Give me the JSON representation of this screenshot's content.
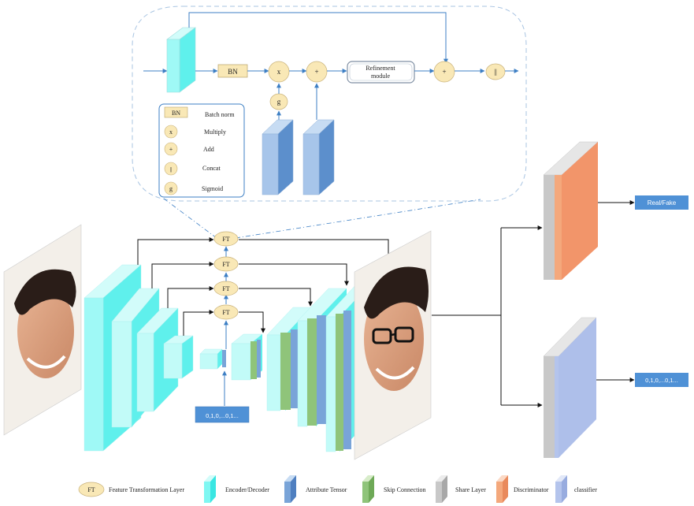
{
  "legend_box": {
    "items": [
      {
        "symbol": "BN",
        "label": "Batch norm"
      },
      {
        "symbol": "x",
        "label": "Multiply"
      },
      {
        "symbol": "+",
        "label": "Add"
      },
      {
        "symbol": "||",
        "label": "Concat"
      },
      {
        "symbol": "g",
        "label": "Sigmoid"
      }
    ]
  },
  "ft_block": {
    "bn": "BN",
    "multiply": "x",
    "gate": "g",
    "add1": "+",
    "refinement": [
      "Refinement",
      "module"
    ],
    "add2": "+",
    "concat": "||"
  },
  "ft_nodes": [
    "FT",
    "FT",
    "FT",
    "FT"
  ],
  "attribute_input": "0,1,0,...0,1...",
  "outputs": {
    "disc_label": "Real/Fake",
    "cls_label": "0,1,0,...0,1..."
  },
  "bottom_legend": [
    {
      "symbol": "FT",
      "label": "Feature Transformation Layer",
      "color": "#f9e8b6"
    },
    {
      "label": "Encoder/Decoder",
      "color": "#7ff7f2"
    },
    {
      "label": "Attribute Tensor",
      "color": "#79a4d8"
    },
    {
      "label": "Skip Connection",
      "color": "#8fc47a"
    },
    {
      "label": "Share Layer",
      "color": "#c8c8c8"
    },
    {
      "label": "Discriminator",
      "color": "#f4a87c"
    },
    {
      "label": "classifier",
      "color": "#b4c4ec"
    }
  ],
  "colors": {
    "ft_fill": "#f9e8b6",
    "arrow": "#3d7fc4",
    "encoder": "#9ff9f6",
    "attribute": "#79a4d8",
    "skip": "#8fc47a",
    "share": "#c8c8c8",
    "discriminator": "#f4a87c",
    "classifier": "#b4c4ec",
    "label_box": "#4f91d6"
  }
}
